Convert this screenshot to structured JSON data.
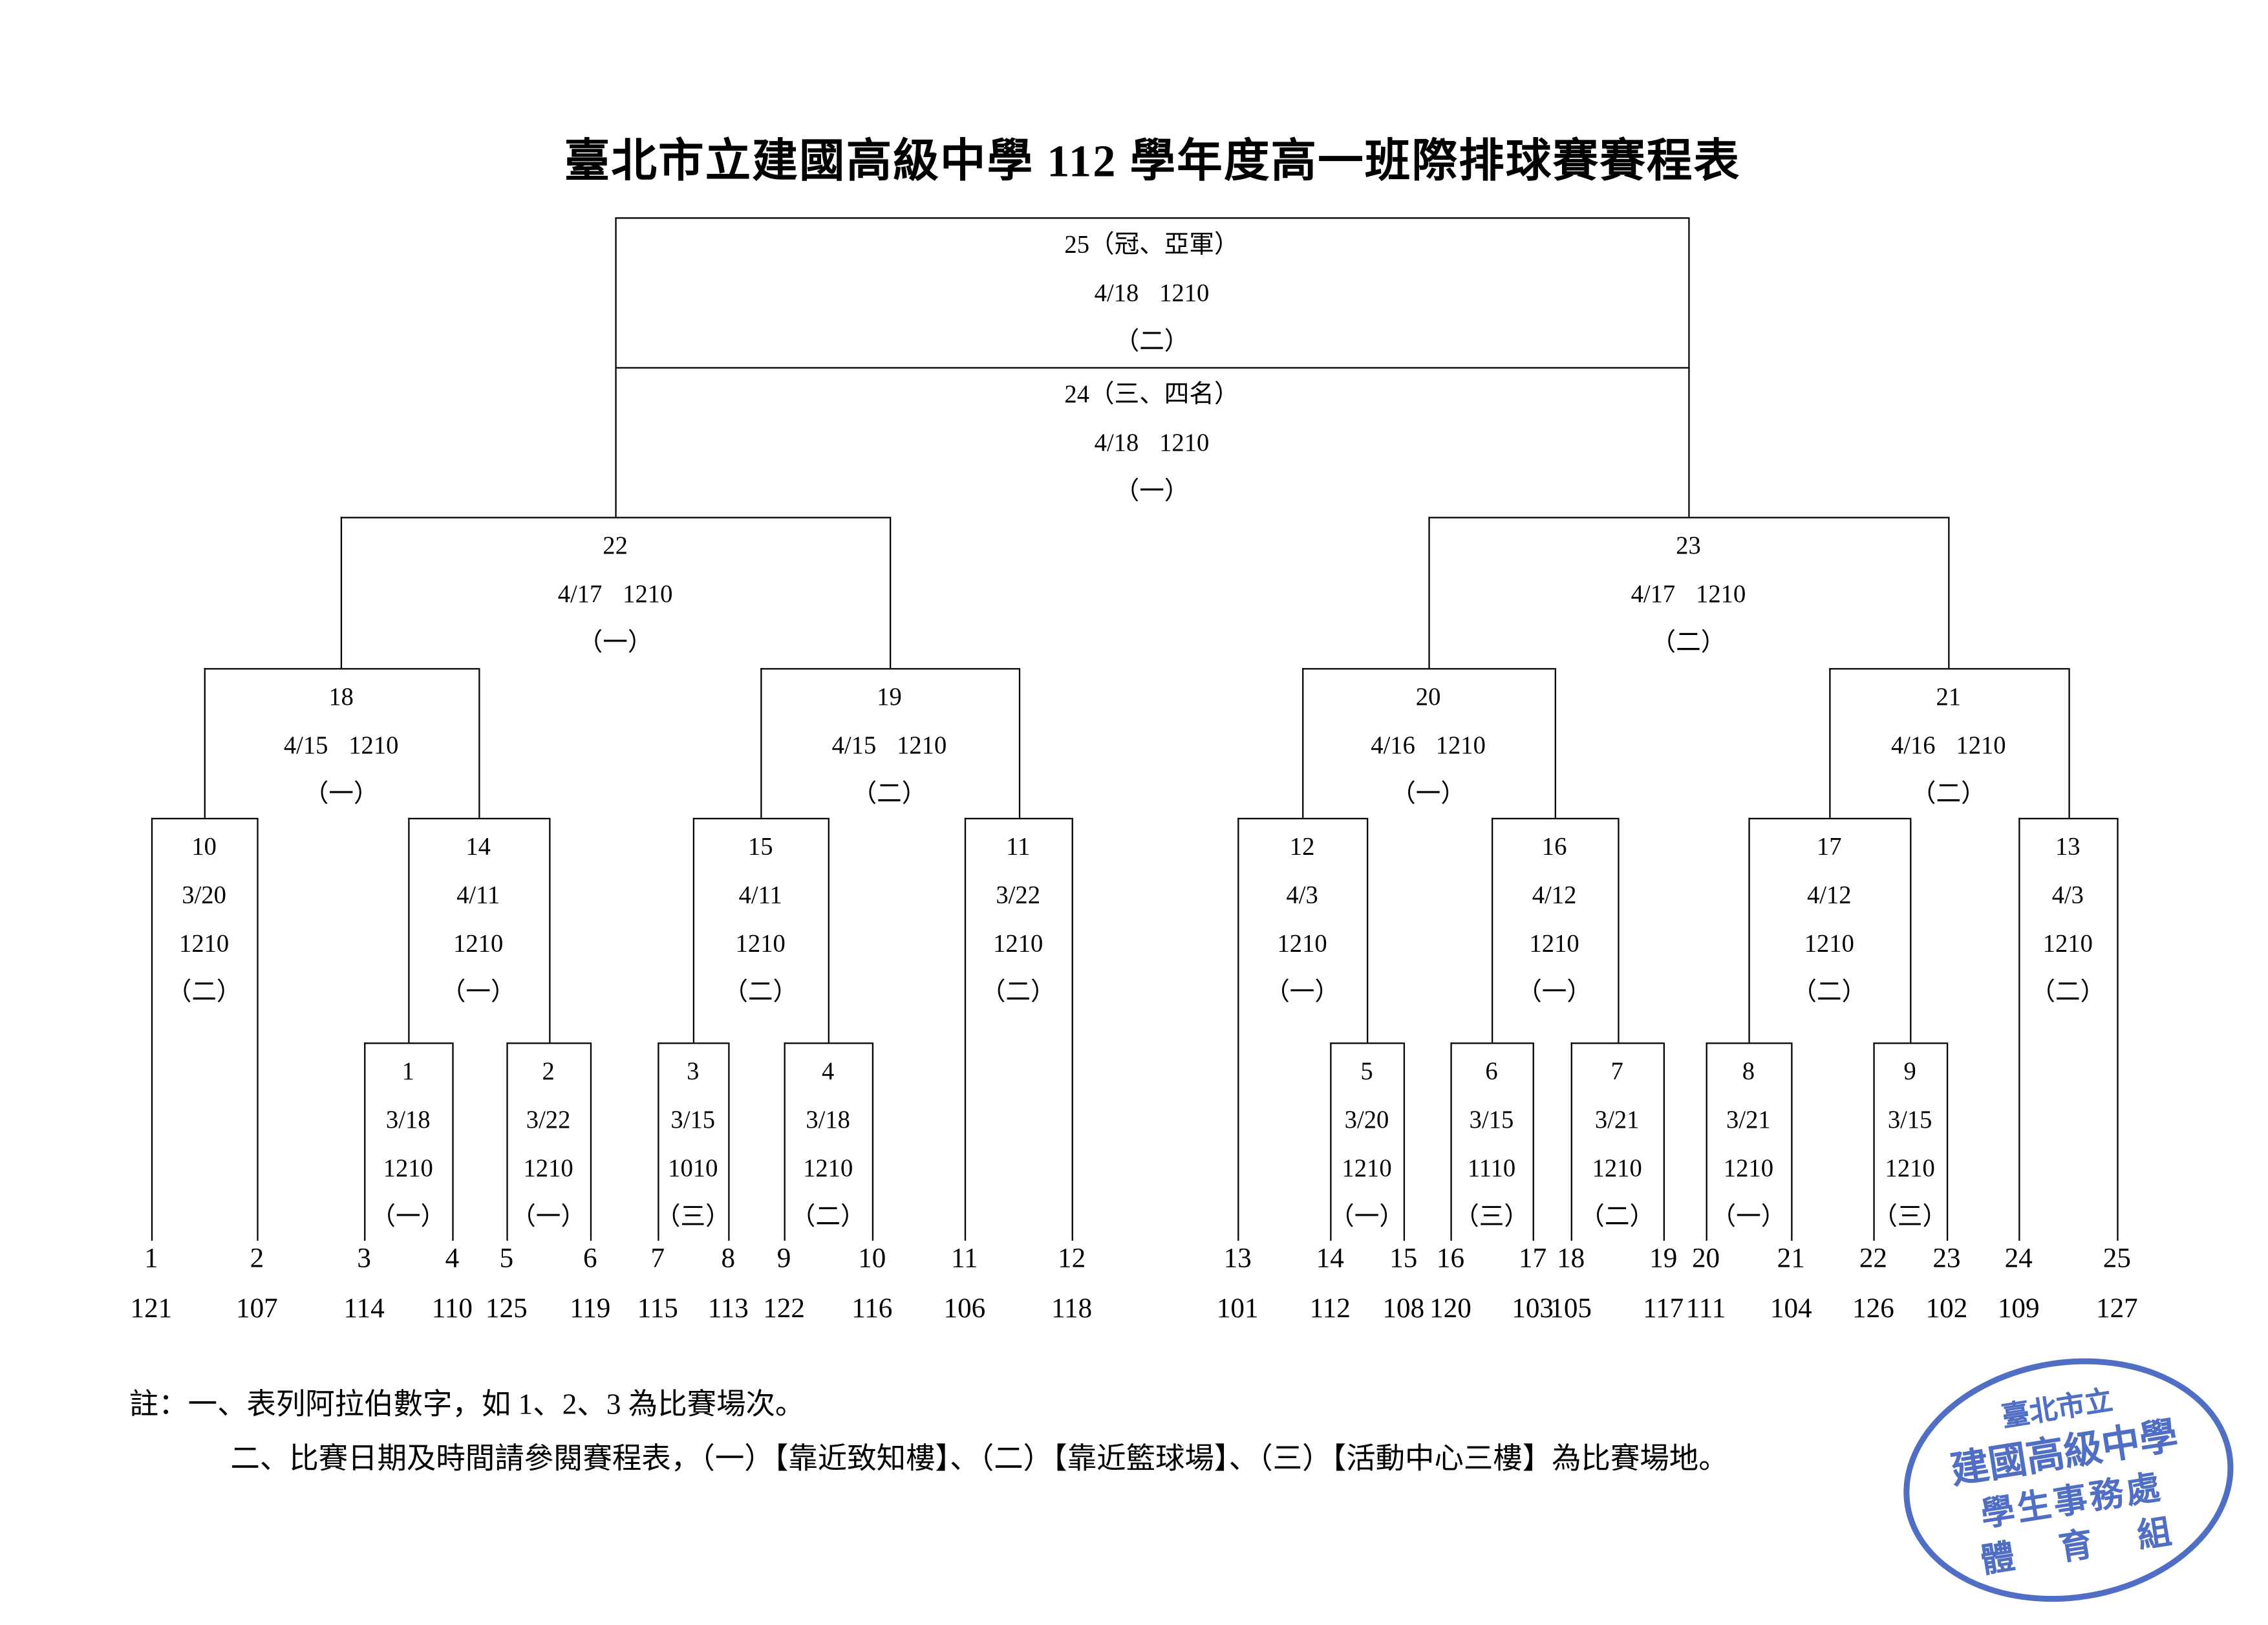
{
  "page": {
    "title": "臺北市立建國高級中學 112 學年度高一班際排球賽賽程表",
    "background": "#ffffff",
    "line_color": "#000000",
    "text_color": "#000000"
  },
  "bracket": {
    "final": {
      "label": "25（冠、亞軍）",
      "date": "4/18",
      "time": "1210",
      "court": "（二）"
    },
    "third_place": {
      "label": "24（三、四名）",
      "date": "4/18",
      "time": "1210",
      "court": "（一）"
    },
    "matches": {
      "m1": {
        "id": "1",
        "round": 1,
        "date": "3/18",
        "time": "1210",
        "court": "（一）"
      },
      "m2": {
        "id": "2",
        "round": 1,
        "date": "3/22",
        "time": "1210",
        "court": "（一）"
      },
      "m3": {
        "id": "3",
        "round": 1,
        "date": "3/15",
        "time": "1010",
        "court": "（三）"
      },
      "m4": {
        "id": "4",
        "round": 1,
        "date": "3/18",
        "time": "1210",
        "court": "（二）"
      },
      "m5": {
        "id": "5",
        "round": 1,
        "date": "3/20",
        "time": "1210",
        "court": "（一）"
      },
      "m6": {
        "id": "6",
        "round": 1,
        "date": "3/15",
        "time": "1110",
        "court": "（三）"
      },
      "m7": {
        "id": "7",
        "round": 1,
        "date": "3/21",
        "time": "1210",
        "court": "（二）"
      },
      "m8": {
        "id": "8",
        "round": 1,
        "date": "3/21",
        "time": "1210",
        "court": "（一）"
      },
      "m9": {
        "id": "9",
        "round": 1,
        "date": "3/15",
        "time": "1210",
        "court": "（三）"
      },
      "m10": {
        "id": "10",
        "round": 2,
        "date": "3/20",
        "time": "1210",
        "court": "（二）"
      },
      "m11": {
        "id": "11",
        "round": 2,
        "date": "3/22",
        "time": "1210",
        "court": "（二）"
      },
      "m12": {
        "id": "12",
        "round": 2,
        "date": "4/3",
        "time": "1210",
        "court": "（一）"
      },
      "m13": {
        "id": "13",
        "round": 2,
        "date": "4/3",
        "time": "1210",
        "court": "（二）"
      },
      "m14": {
        "id": "14",
        "round": 2,
        "date": "4/11",
        "time": "1210",
        "court": "（一）"
      },
      "m15": {
        "id": "15",
        "round": 2,
        "date": "4/11",
        "time": "1210",
        "court": "（二）"
      },
      "m16": {
        "id": "16",
        "round": 2,
        "date": "4/12",
        "time": "1210",
        "court": "（一）"
      },
      "m17": {
        "id": "17",
        "round": 2,
        "date": "4/12",
        "time": "1210",
        "court": "（二）"
      },
      "m18": {
        "id": "18",
        "round": 3,
        "date": "4/15",
        "time": "1210",
        "court": "（一）"
      },
      "m19": {
        "id": "19",
        "round": 3,
        "date": "4/15",
        "time": "1210",
        "court": "（二）"
      },
      "m20": {
        "id": "20",
        "round": 3,
        "date": "4/16",
        "time": "1210",
        "court": "（一）"
      },
      "m21": {
        "id": "21",
        "round": 3,
        "date": "4/16",
        "time": "1210",
        "court": "（二）"
      },
      "m22": {
        "id": "22",
        "round": 4,
        "date": "4/17",
        "time": "1210",
        "court": "（一）"
      },
      "m23": {
        "id": "23",
        "round": 4,
        "date": "4/17",
        "time": "1210",
        "court": "（二）"
      }
    },
    "structure": {
      "m1": [
        "s3",
        "s4"
      ],
      "m2": [
        "s5",
        "s6"
      ],
      "m3": [
        "s7",
        "s8"
      ],
      "m4": [
        "s9",
        "s10"
      ],
      "m5": [
        "s14",
        "s15"
      ],
      "m6": [
        "s16",
        "s17"
      ],
      "m7": [
        "s18",
        "s19"
      ],
      "m8": [
        "s20",
        "s21"
      ],
      "m9": [
        "s22",
        "s23"
      ],
      "m10": [
        "s1",
        "s2"
      ],
      "m11": [
        "s11",
        "s12"
      ],
      "m12": [
        "s13",
        "m5"
      ],
      "m13": [
        "s24",
        "s25"
      ],
      "m14": [
        "m1",
        "m2"
      ],
      "m15": [
        "m3",
        "m4"
      ],
      "m16": [
        "m6",
        "m7"
      ],
      "m17": [
        "m8",
        "m9"
      ],
      "m18": [
        "m10",
        "m14"
      ],
      "m19": [
        "m15",
        "m11"
      ],
      "m20": [
        "m12",
        "m16"
      ],
      "m21": [
        "m17",
        "m13"
      ],
      "m22": [
        "m18",
        "m19"
      ],
      "m23": [
        "m20",
        "m21"
      ]
    }
  },
  "seeds": [
    {
      "seed": "1",
      "class": "121"
    },
    {
      "seed": "2",
      "class": "107"
    },
    {
      "seed": "3",
      "class": "114"
    },
    {
      "seed": "4",
      "class": "110"
    },
    {
      "seed": "5",
      "class": "125"
    },
    {
      "seed": "6",
      "class": "119"
    },
    {
      "seed": "7",
      "class": "115"
    },
    {
      "seed": "8",
      "class": "113"
    },
    {
      "seed": "9",
      "class": "122"
    },
    {
      "seed": "10",
      "class": "116"
    },
    {
      "seed": "11",
      "class": "106"
    },
    {
      "seed": "12",
      "class": "118"
    },
    {
      "seed": "13",
      "class": "101"
    },
    {
      "seed": "14",
      "class": "112"
    },
    {
      "seed": "15",
      "class": "108"
    },
    {
      "seed": "16",
      "class": "120"
    },
    {
      "seed": "17",
      "class": "103"
    },
    {
      "seed": "18",
      "class": "105"
    },
    {
      "seed": "19",
      "class": "117"
    },
    {
      "seed": "20",
      "class": "111"
    },
    {
      "seed": "21",
      "class": "104"
    },
    {
      "seed": "22",
      "class": "126"
    },
    {
      "seed": "23",
      "class": "102"
    },
    {
      "seed": "24",
      "class": "109"
    },
    {
      "seed": "25",
      "class": "127"
    }
  ],
  "notes": [
    "註：一、表列阿拉伯數字，如 1、2、3 為比賽場次。",
    "二、比賽日期及時間請參閱賽程表，（一）【靠近致知樓】、（二）【靠近籃球場】、（三）【活動中心三樓】為比賽場地。"
  ],
  "stamp": {
    "color": "#3d5fbe",
    "lines": [
      "臺北市立",
      "建國高級中學",
      "學生事務處",
      "體　育　組"
    ]
  }
}
